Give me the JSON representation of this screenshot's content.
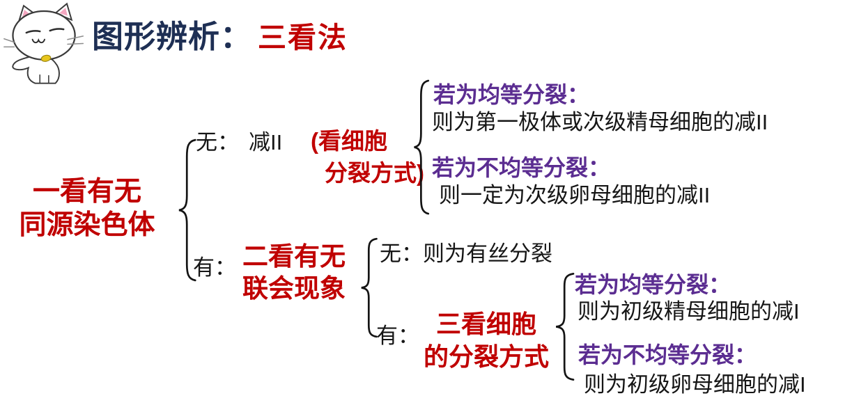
{
  "palette": {
    "title_navy": "#1e2f54",
    "accent_red": "#c00000",
    "accent_purple": "#5b2d91",
    "text_black": "#161616",
    "background": "#ffffff"
  },
  "header": {
    "title_main": "图形辨析：",
    "title_accent": "三看法",
    "mascot": "white-cat-cartoon"
  },
  "diagram": {
    "level1": {
      "line1": "一看有无",
      "line2": "同源染色体"
    },
    "no_branch": {
      "prefix": "无：",
      "value": "减II",
      "note_line1": "(看细胞",
      "note_line2": "分裂方式)",
      "equal": {
        "condition": "若为均等分裂：",
        "result": "则为第一极体或次级精母细胞的减II"
      },
      "unequal": {
        "condition": "若为不均等分裂：",
        "result": "则一定为次级卵母细胞的减II"
      }
    },
    "yes_branch": {
      "prefix": "有：",
      "label_line1": "二看有无",
      "label_line2": "联会现象",
      "no_sub": "无：则为有丝分裂",
      "yes_sub": {
        "prefix": "有：",
        "label_line1": "三看细胞",
        "label_line2": "的分裂方式",
        "equal": {
          "condition": "若为均等分裂：",
          "result": "则为初级精母细胞的减I"
        },
        "unequal": {
          "condition": "若为不均等分裂：",
          "result": "则为初级卵母细胞的减I"
        }
      }
    }
  }
}
